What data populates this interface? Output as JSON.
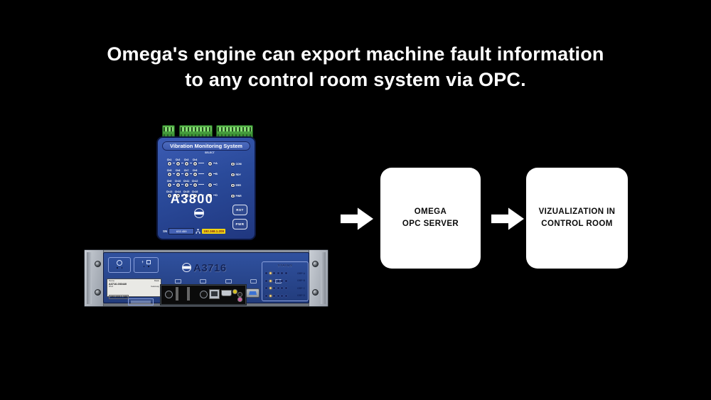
{
  "title": {
    "line1": "Omega's engine can export machine fault information",
    "line2": "to any control room system via OPC."
  },
  "devices": {
    "a3800": {
      "header": "Vibration Monitoring System",
      "model": "A3800",
      "select_label": "SELECT",
      "channel_rows": [
        {
          "channels": [
            "Ch1",
            "Ch2",
            "Ch3",
            "Ch4"
          ],
          "select": "A"
        },
        {
          "channels": [
            "Ch5",
            "Ch6",
            "Ch7",
            "Ch8"
          ],
          "select": "B"
        },
        {
          "channels": [
            "Ch9",
            "Ch10",
            "Ch11",
            "Ch12"
          ],
          "select": "C"
        },
        {
          "channels": [
            "Ch13",
            "Ch14",
            "Ch15",
            "Ch16"
          ],
          "select": "D"
        }
      ],
      "status_leds": [
        "COM",
        "RDY",
        "ERR",
        "PWR"
      ],
      "buttons": {
        "reset": "RST",
        "power": "PWR"
      },
      "sn_label": "SN",
      "serial": "633 459",
      "ip": "192.168.1.209"
    },
    "a3716": {
      "model": "A3716",
      "label": {
        "name_caption": "Name",
        "mask_caption": "Mask",
        "unit_name": "A3716-030440",
        "ip_caption": "IPv4",
        "gateway_caption": "Gateway",
        "ip": "192.168.1.186"
      },
      "status_panel": {
        "title": "STATUS",
        "groups": [
          "GRP A",
          "GRP B",
          "GRP C",
          "GRP D"
        ]
      }
    }
  },
  "flow": {
    "box1": {
      "line1": "OMEGA",
      "line2": "OPC SERVER"
    },
    "box2": {
      "line1": "VIZUALIZATION IN",
      "line2": "CONTROL ROOM"
    }
  },
  "colors": {
    "bg": "#000000",
    "panel-blue": "#2a4a9a",
    "panel-border": "#0d1840",
    "ip-yellow": "#f2d410",
    "ip-text": "#7a2020",
    "box-white": "#ffffff",
    "navy-text": "#132459",
    "status-amber": "#e8a825"
  }
}
